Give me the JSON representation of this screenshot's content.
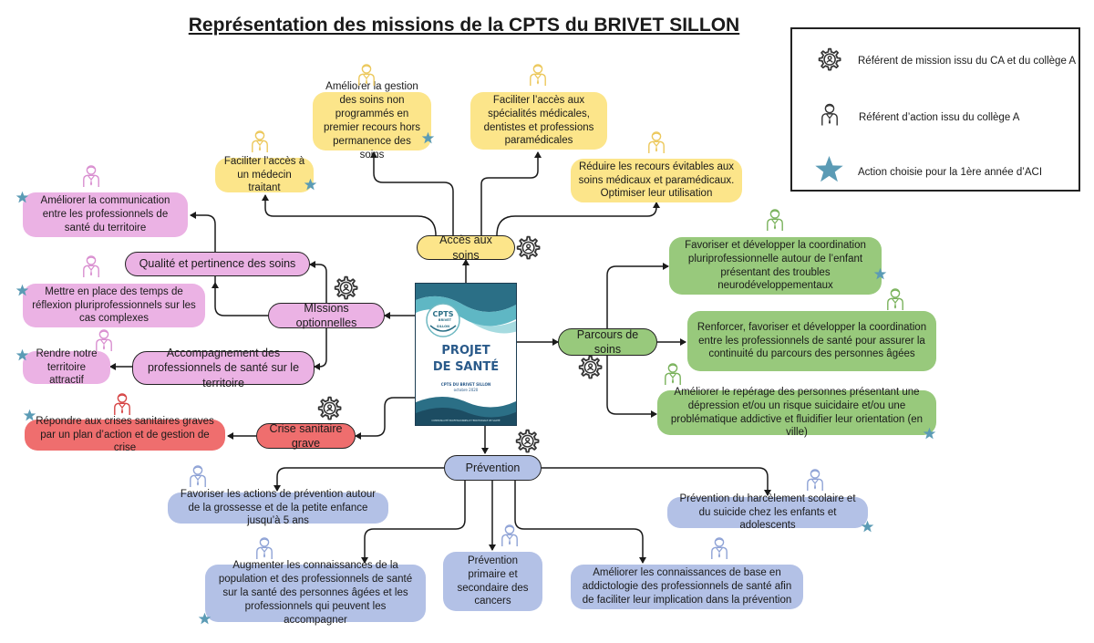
{
  "title": "Représentation des missions de la CPTS du BRIVET SILLON",
  "legend": {
    "mission_referent": "Référent de mission issu du CA et du collège A",
    "action_referent": "Référent d’action issu du collège A",
    "chosen_action": "Action choisie pour la 1ère année d’ACI"
  },
  "book": {
    "logo_main": "CPTS",
    "logo_sub1": "BRIVET",
    "logo_sub2": "SILLON",
    "title_line1": "PROJET",
    "title_line2": "DE SANTÉ",
    "caption1": "CPTS DU BRIVET SILLON",
    "caption2": "octobre 2020",
    "footer": "COMMUNAUTÉ PROFESSIONNELLE TERRITORIALE DE SANTÉ"
  },
  "colors": {
    "yellow": "#fce58a",
    "pink": "#ebb2e4",
    "green": "#98c97c",
    "red": "#ef6e6e",
    "blue": "#b3c1e6",
    "star": "#5b9bb5",
    "line": "#1a1a1a"
  },
  "hubs": {
    "acces": "Accès aux soins",
    "missions": "MIssions optionnelles",
    "parcours": "Parcours de soins",
    "crise": "Crise sanitaire grave",
    "prevention": "Prévention",
    "qualite": "Qualité et pertinence des soins",
    "accompagnement": "Accompagnement des professionnels de santé sur le territoire"
  },
  "actions": {
    "ameliorer_gestion": "Améliorer la gestion des soins non programmés en premier recours hors permanence des soins",
    "faciliter_specialites": "Faciliter l’accès aux spécialités médicales, dentistes et professions paramédicales",
    "faciliter_medecin": "Faciliter l’accès à un médecin traitant",
    "reduire_recours": "Réduire les recours évitables aux soins médicaux et paramédicaux. Optimiser leur utilisation",
    "ameliorer_communication": "Améliorer la communication entre les professionnels de santé du territoire",
    "temps_reflexion": "Mettre en place des temps de réflexion pluriprofessionnels sur les cas complexes",
    "rendre_attractif": "Rendre notre territoire attractif",
    "repondre_crises": "Répondre aux crises sanitaires graves par un plan d’action et de gestion de crise",
    "coordination_enfant": "Favoriser et développer la coordination pluriprofessionnelle autour de l’enfant présentant des troubles neurodéveloppementaux",
    "coordination_agees": "Renforcer, favoriser et développer la coordination entre les professionnels de santé pour assurer la continuité du parcours des personnes âgées",
    "reperage_depression": "Améliorer le repérage des personnes présentant une dépression et/ou un risque suicidaire et/ou une problématique addictive et fluidifier leur orientation (en ville)",
    "prevention_grossesse": "Favoriser les actions de prévention autour de la grossesse et de la petite enfance jusqu’à 5 ans",
    "prevention_harcelement": "Prévention du harcèlement scolaire et du suicide chez les enfants et adolescents",
    "connaissances_population": "Augmenter les connaissances de la population et des professionnels de santé sur la santé des personnes âgées et les professionnels qui peuvent les accompagner",
    "prevention_cancers": "Prévention primaire et secondaire des cancers",
    "connaissances_addictologie": "Améliorer les connaissances de base en addictologie des professionnels de santé afin de faciliter leur implication dans la prévention"
  }
}
